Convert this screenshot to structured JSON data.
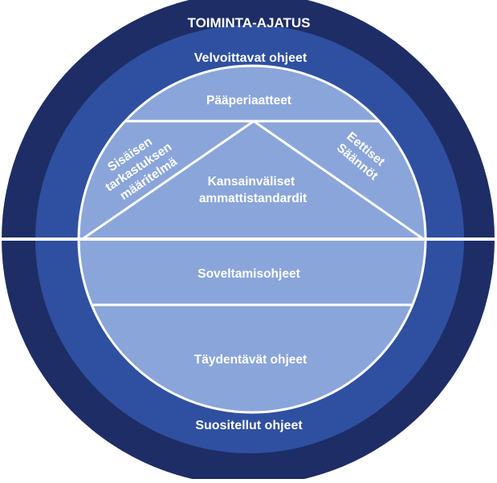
{
  "outer_ring": {
    "label": "TOIMINTA-AJATUS"
  },
  "middle_ring": {
    "top_label": "Velvoittavat ohjeet",
    "bottom_label": "Suositellut ohjeet"
  },
  "inner_circle": {
    "top_band": "Pääperiaatteet",
    "left_section": [
      "Sisäisen",
      "tarkastuksen",
      "määritelmä"
    ],
    "center_triangle": [
      "Kansainväliset",
      "ammattistandardit"
    ],
    "right_section": [
      "Eettiset",
      "Säännöt"
    ],
    "lower_band_1": "Soveltamisohjeet",
    "lower_band_2": "Täydentävät ohjeet"
  },
  "colors": {
    "outer_ring": "#1e2d66",
    "middle_ring": "#2f50a0",
    "inner_fill": "#8aa5da",
    "divider": "#ffffff"
  }
}
